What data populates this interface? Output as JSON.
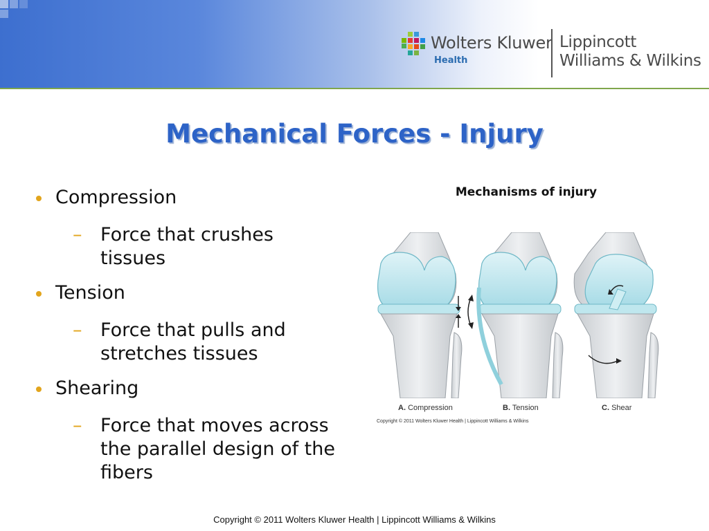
{
  "header": {
    "brand": "Wolters Kluwer",
    "brand_sub": "Health",
    "publisher_line1": "Lippincott",
    "publisher_line2": "Williams & Wilkins",
    "colors": {
      "accent_blue": "#2d63c7",
      "header_blue": "#3d6fcf",
      "rule_green": "#7fa64b",
      "bullet_gold": "#e2a51d"
    }
  },
  "slide": {
    "title": "Mechanical Forces - Injury",
    "bullets": [
      {
        "label": "Compression",
        "sub": "Force that crushes tissues"
      },
      {
        "label": "Tension",
        "sub": "Force that pulls and stretches tissues"
      },
      {
        "label": "Shearing",
        "sub": "Force that moves across the parallel design of the fibers"
      }
    ]
  },
  "figure": {
    "title": "Mechanisms of injury",
    "panels": [
      {
        "letter": "A.",
        "label": "Compression"
      },
      {
        "letter": "B.",
        "label": "Tension"
      },
      {
        "letter": "C.",
        "label": "Shear"
      }
    ],
    "copyright": "Copyright © 2011 Wolters Kluwer Health | Lippincott Williams & Wilkins"
  },
  "footer": {
    "copyright": "Copyright © 2011 Wolters Kluwer Health | Lippincott Williams & Wilkins"
  }
}
